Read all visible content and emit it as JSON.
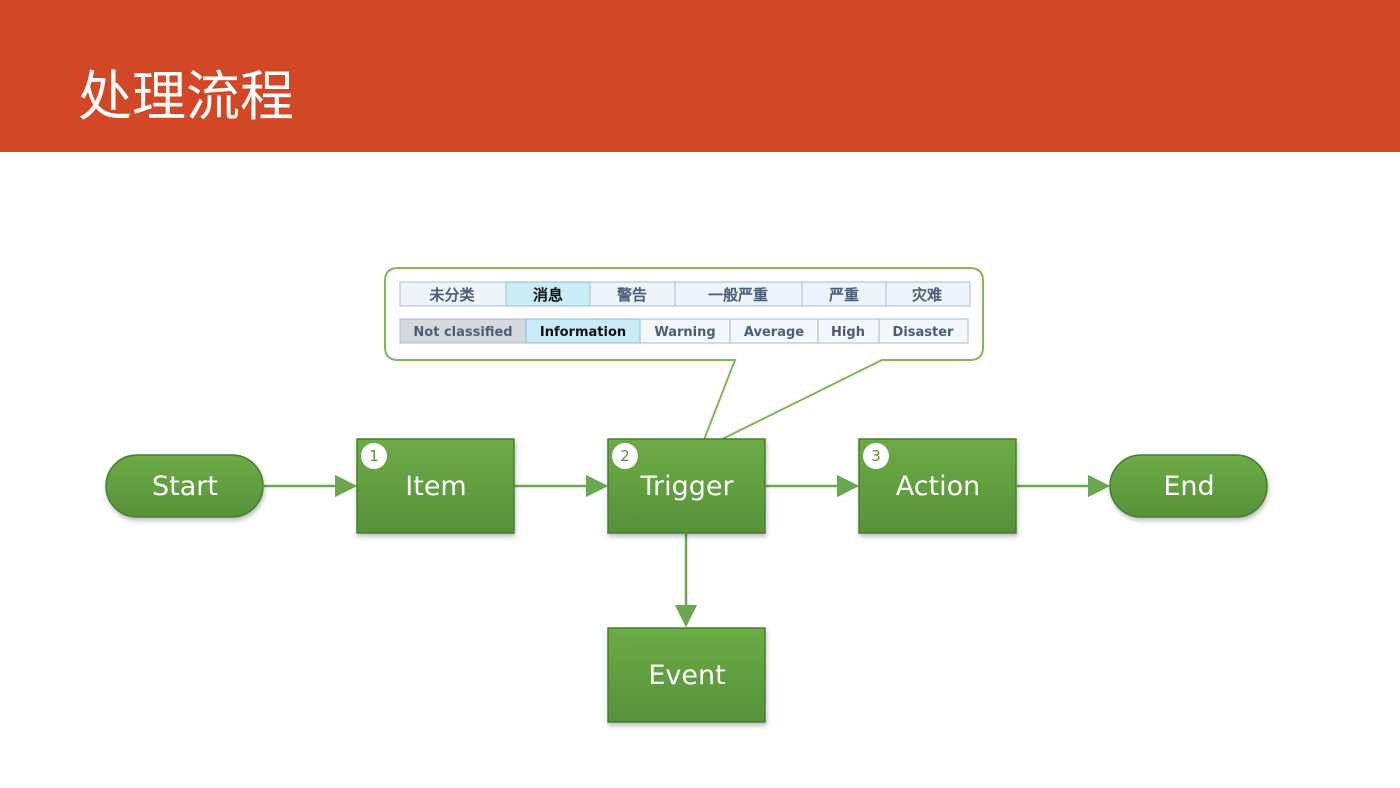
{
  "header": {
    "title": "处理流程",
    "color": "#d24726"
  },
  "colors": {
    "node_fill": "#5e9b3c",
    "node_stroke": "#4a7d2d",
    "connector": "#6aa84f",
    "callout_border": "#7cba55"
  },
  "nodes": {
    "start": {
      "label": "Start"
    },
    "item": {
      "label": "Item",
      "step": "1"
    },
    "trigger": {
      "label": "Trigger",
      "step": "2"
    },
    "action": {
      "label": "Action",
      "step": "3"
    },
    "end": {
      "label": "End"
    },
    "event": {
      "label": "Event"
    }
  },
  "severity": {
    "cn": [
      "未分类",
      "消息",
      "警告",
      "一般严重",
      "严重",
      "灾难"
    ],
    "en": [
      "Not classified",
      "Information",
      "Warning",
      "Average",
      "High",
      "Disaster"
    ],
    "cn_selected": "消息",
    "en_selected": "Information"
  }
}
